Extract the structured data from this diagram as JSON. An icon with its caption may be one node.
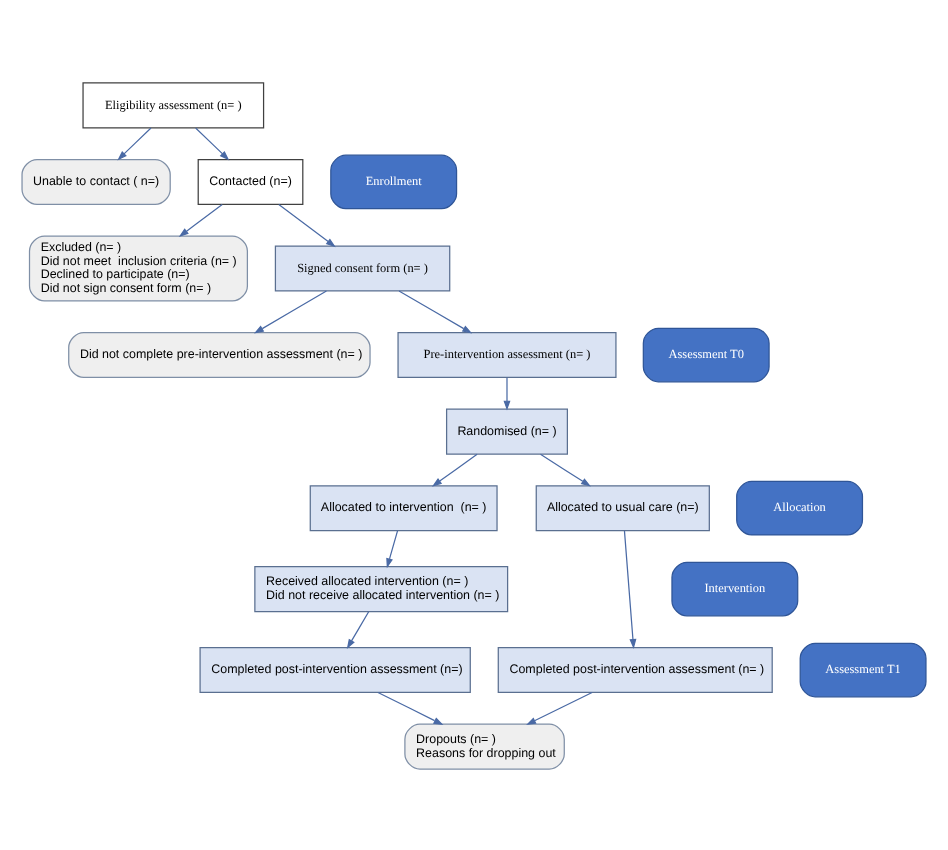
{
  "diagram": {
    "nodes": [
      {
        "text": [
          "Eligibility assessment (n= )"
        ]
      },
      {
        "text": [
          "Unable to contact ( n=)"
        ]
      },
      {
        "text": [
          "Contacted (n=)"
        ]
      },
      {
        "text": [
          "Excluded (n= )",
          "Did not meet  inclusion criteria (n= )",
          "Declined to participate (n=)",
          "Did not sign consent form (n= )"
        ]
      },
      {
        "text": [
          "Signed consent form (n= )"
        ]
      },
      {
        "text": [
          "Did not complete pre-intervention assessment (n= )"
        ]
      },
      {
        "text": [
          "Pre-intervention assessment (n= )"
        ]
      },
      {
        "text": [
          "Randomised (n= )"
        ]
      },
      {
        "text": [
          "Allocated to intervention  (n= )"
        ]
      },
      {
        "text": [
          "Allocated to usual care (n=)"
        ]
      },
      {
        "text": [
          "Received allocated intervention (n= )",
          "Did not receive allocated intervention (n= )"
        ]
      },
      {
        "text": [
          "Completed post-intervention assessment (n=)"
        ]
      },
      {
        "text": [
          "Completed post-intervention assessment (n= )"
        ]
      },
      {
        "text": [
          "Dropouts (n= )",
          "Reasons for dropping out"
        ]
      },
      {
        "text": [
          "Enrollment"
        ]
      },
      {
        "text": [
          "Assessment T0"
        ]
      },
      {
        "text": [
          "Allocation"
        ]
      },
      {
        "text": [
          "Intervention"
        ]
      },
      {
        "text": [
          "Assessment T1"
        ]
      }
    ],
    "edges": [
      {
        "from": 0,
        "to": 2,
        "arrow": "to"
      },
      {
        "from": 0,
        "to": 1,
        "arrow": "to"
      },
      {
        "from": 2,
        "to": 4,
        "arrow": "to"
      },
      {
        "from": 2,
        "to": 3,
        "arrow": "to"
      },
      {
        "from": 4,
        "to": 6,
        "arrow": "to"
      },
      {
        "from": 4,
        "to": 5,
        "arrow": "to"
      },
      {
        "from": 6,
        "to": 7,
        "arrow": "to"
      },
      {
        "from": 7,
        "to": 8,
        "arrow": "to"
      },
      {
        "from": 7,
        "to": 9,
        "arrow": "to"
      },
      {
        "from": 8,
        "to": 10,
        "arrow": "to"
      },
      {
        "from": 10,
        "to": 11,
        "arrow": "to"
      },
      {
        "from": 9,
        "to": 12,
        "arrow": "to"
      },
      {
        "from": 11,
        "to": 13,
        "arrow": "to"
      },
      {
        "from": 12,
        "to": 13,
        "arrow": "to"
      }
    ]
  }
}
